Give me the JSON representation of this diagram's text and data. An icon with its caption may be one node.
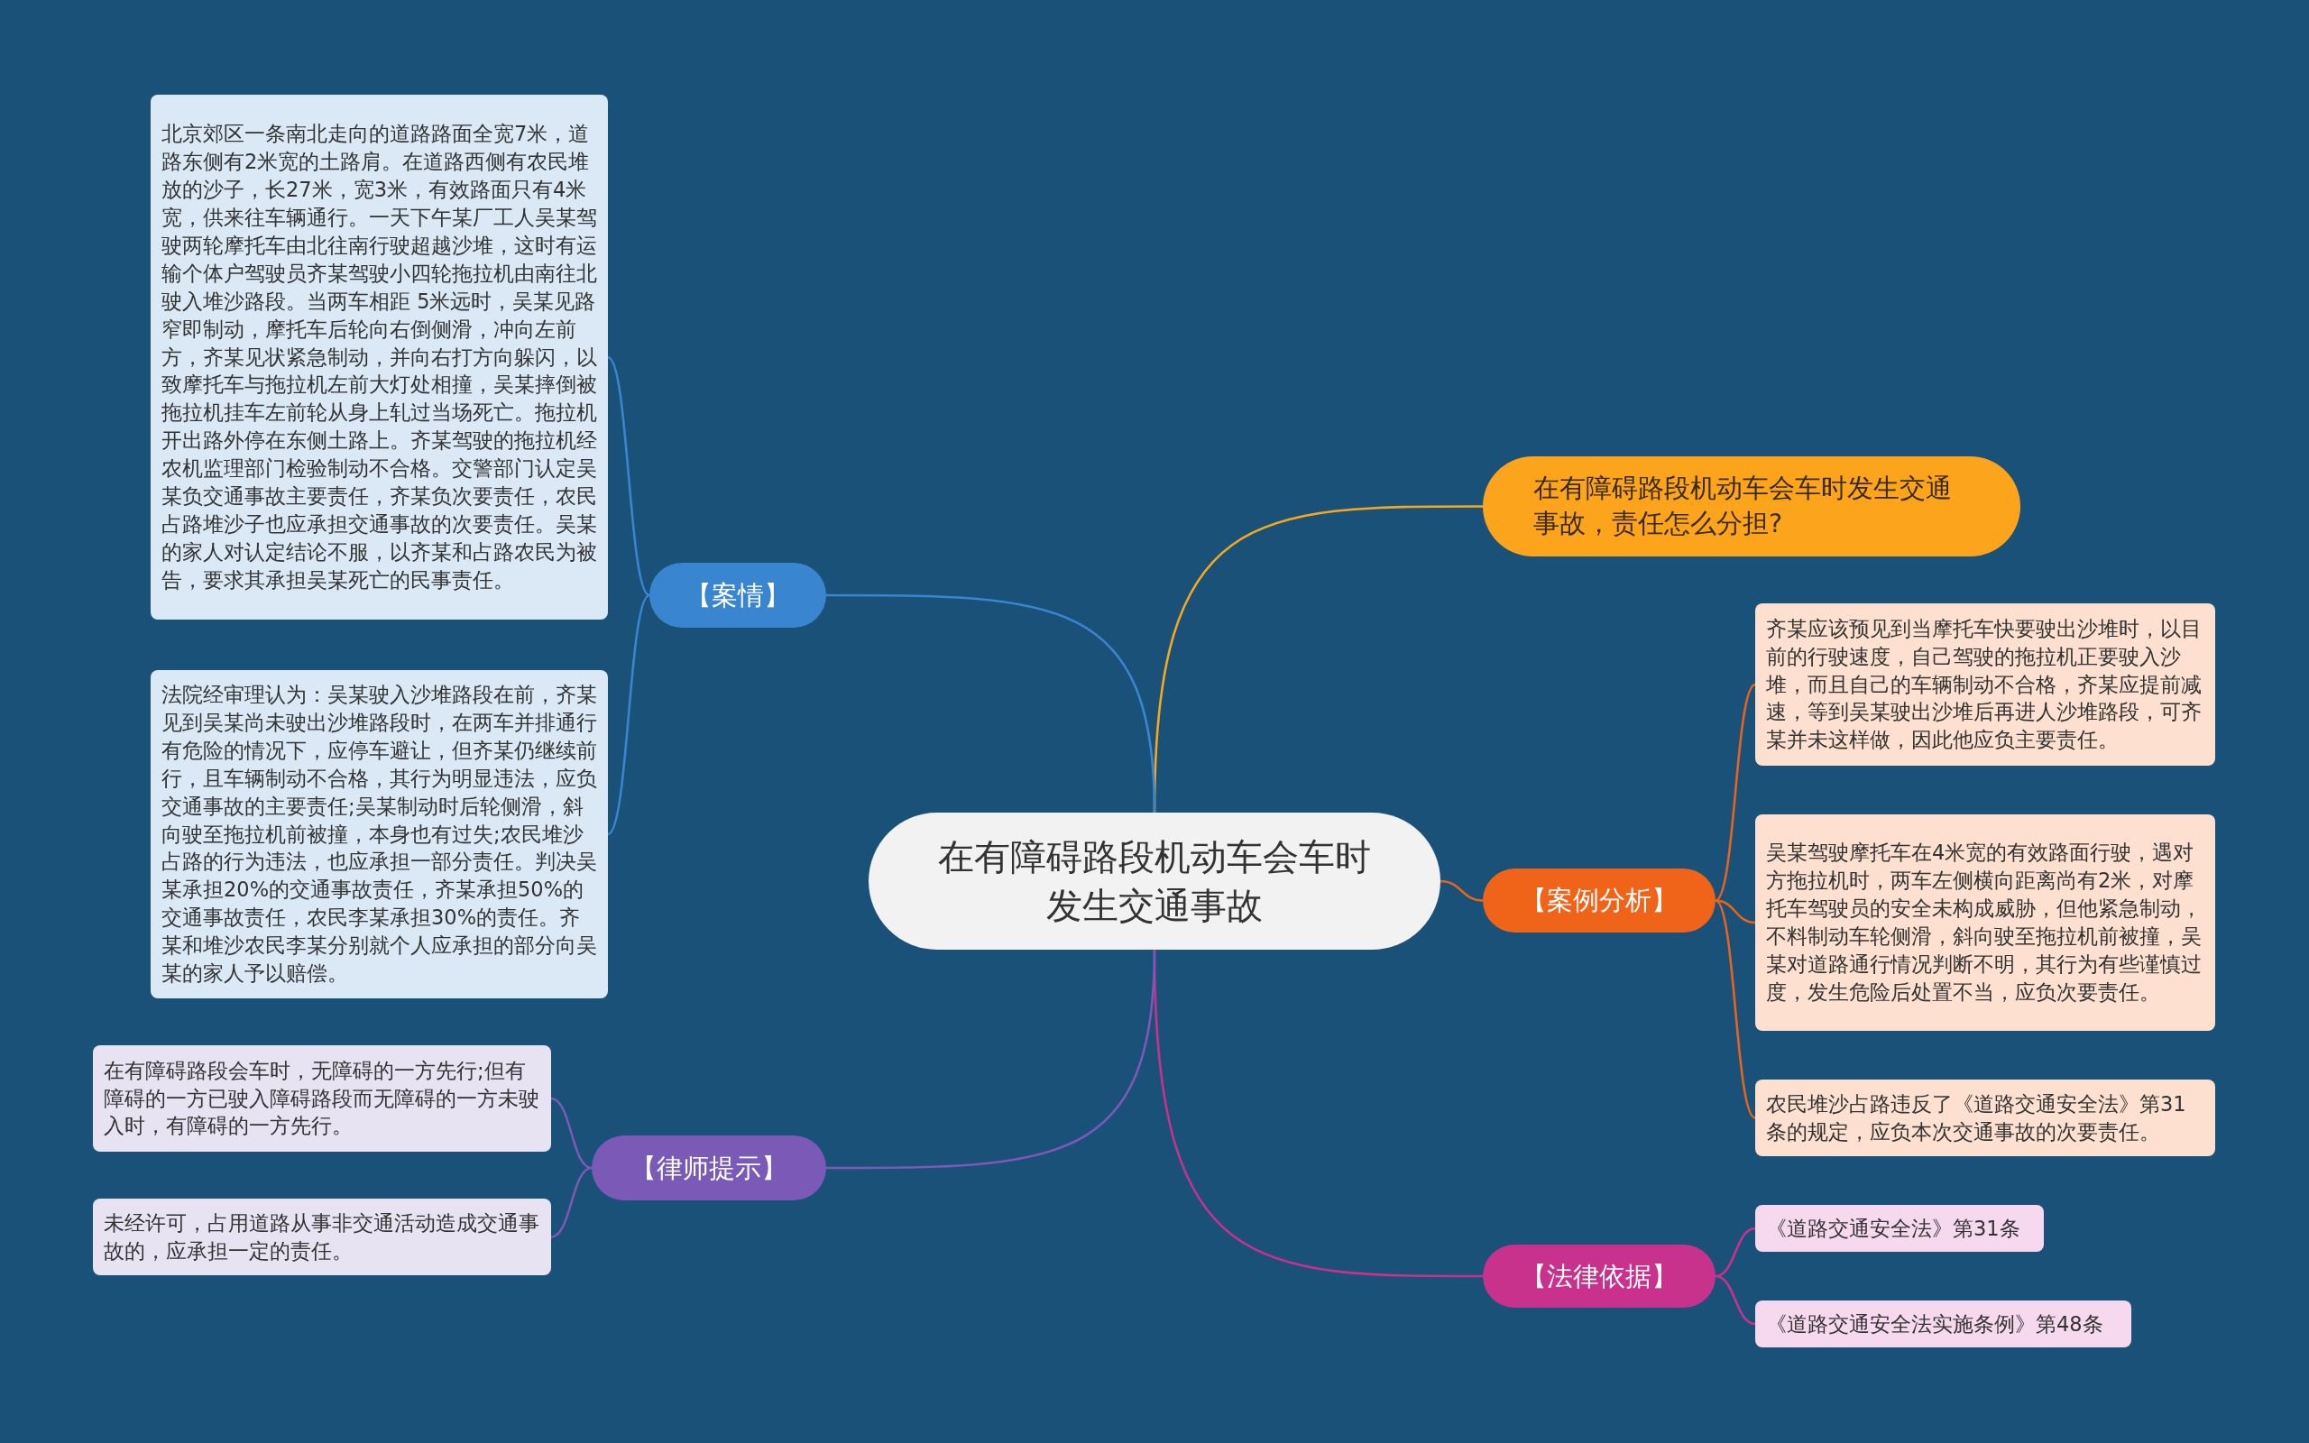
{
  "diagram": {
    "nodes": [
      {
        "text": [
          "在有障碍路段机动车会车时发生交通事故"
        ]
      },
      {
        "text": [
          "在有障碍路段机动车会车时发生交通事故，责任怎么分担?"
        ]
      },
      {
        "text": [
          "【案例分析】"
        ]
      },
      {
        "text": [
          "齐某应该预见到当摩托车快要驶出沙堆时，以目前的行驶速度，自己驾驶的拖拉机正要驶入沙堆，而且自己的车辆制动不合格，齐某应提前减速，等到吴某驶出沙堆后再进人沙堆路段，可齐某并未这样做，因此他应负主要责任。"
        ]
      },
      {
        "text": [
          "吴某驾驶摩托车在4米宽的有效路面行驶，遇对方拖拉机时，两车左侧横向距离尚有2米，对摩托车驾驶员的安全未构成威胁，但他紧急制动，不料制动车轮侧滑，斜向驶至拖拉机前被撞，吴某对道路通行情况判断不明，其行为有些谨慎过度，发生危险后处置不当，应负次要责任。"
        ]
      },
      {
        "text": [
          "农民堆沙占路违反了《道路交通安全法》第31条的规定，应负本次交通事故的次要责任。"
        ]
      },
      {
        "text": [
          "【法律依据】"
        ]
      },
      {
        "text": [
          "《道路交通安全法》第31条"
        ]
      },
      {
        "text": [
          "《道路交通安全法实施条例》第48条"
        ]
      },
      {
        "text": [
          "【律师提示】"
        ]
      },
      {
        "text": [
          "在有障碍路段会车时，无障碍的一方先行;但有障碍的一方已驶入障碍路段而无障碍的一方未驶入时，有障碍的一方先行。"
        ]
      },
      {
        "text": [
          "未经许可，占用道路从事非交通活动造成交通事故的，应承担一定的责任。"
        ]
      },
      {
        "text": [
          "【案情】"
        ]
      },
      {
        "text": [
          "北京郊区一条南北走向的道路路面全宽7米，道路东侧有2米宽的土路肩。在道路西侧有农民堆放的沙子，长27米，宽3米，有效路面只有4米宽，供来往车辆通行。一天下午某厂工人吴某驾驶两轮摩托车由北往南行驶超越沙堆，这时有运输个体户驾驶员齐某驾驶小四轮拖拉机由南往北驶入堆沙路段。当两车相距 5米远时，吴某见路窄即制动，摩托车后轮向右倒侧滑，冲向左前方，齐某见状紧急制动，并向右打方向躲闪，以致摩托车与拖拉机左前大灯处相撞，吴某摔倒被拖拉机挂车左前轮从身上轧过当场死亡。拖拉机开出路外停在东侧土路上。齐某驾驶的拖拉机经农机监理部门检验制动不合格。交警部门认定吴某负交通事故主要责任，齐某负次要责任，农民占路堆沙子也应承担交通事故的次要责任。吴某的家人对认定结论不服，以齐某和占路农民为被告，要求其承担吴某死亡的民事责任。"
        ]
      },
      {
        "text": [
          "法院经审理认为：吴某驶入沙堆路段在前，齐某见到吴某尚未驶出沙堆路段时，在两车并排通行有危险的情况下，应停车避让，但齐某仍继续前行，且车辆制动不合格，其行为明显违法，应负交通事故的主要责任;吴某制动时后轮侧滑，斜向驶至拖拉机前被撞，本身也有过失;农民堆沙占路的行为违法，也应承担一部分责任。判决吴某承担20%的交通事故责任，齐某承担50%的交通事故责任，农民李某承担30%的责任。齐某和堆沙农民李某分别就个人应承担的部分向吴某的家人予以赔偿。"
        ]
      }
    ],
    "edges": [
      {
        "from": 0,
        "to": 1,
        "arrow": "none",
        "color": "#f5a81e"
      },
      {
        "from": 0,
        "to": 2,
        "arrow": "none",
        "color": "#e8641c"
      },
      {
        "from": 2,
        "to": 3,
        "arrow": "none",
        "color": "#e8641c"
      },
      {
        "from": 2,
        "to": 4,
        "arrow": "none",
        "color": "#e8641c"
      },
      {
        "from": 2,
        "to": 5,
        "arrow": "none",
        "color": "#e8641c"
      },
      {
        "from": 0,
        "to": 6,
        "arrow": "none",
        "color": "#c8318c"
      },
      {
        "from": 6,
        "to": 7,
        "arrow": "none",
        "color": "#c8318c"
      },
      {
        "from": 6,
        "to": 8,
        "arrow": "none",
        "color": "#c8318c"
      },
      {
        "from": 0,
        "to": 9,
        "arrow": "none",
        "color": "#7b59b7"
      },
      {
        "from": 9,
        "to": 10,
        "arrow": "none",
        "color": "#7b59b7"
      },
      {
        "from": 9,
        "to": 11,
        "arrow": "none",
        "color": "#7b59b7"
      },
      {
        "from": 0,
        "to": 12,
        "arrow": "none",
        "color": "#3a85cf"
      },
      {
        "from": 12,
        "to": 13,
        "arrow": "none",
        "color": "#3a85cf"
      },
      {
        "from": 12,
        "to": 14,
        "arrow": "none",
        "color": "#3a85cf"
      }
    ]
  }
}
